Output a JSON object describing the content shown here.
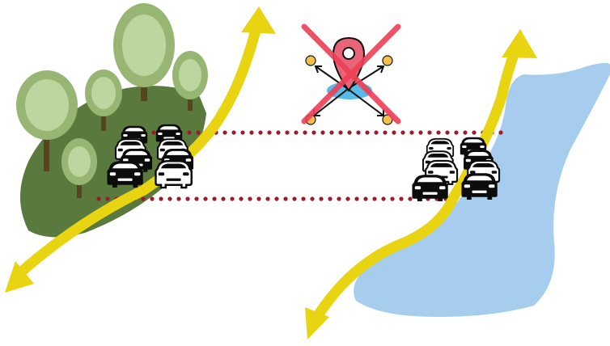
{
  "colors": {
    "background": "#ffffff",
    "hill": "#5a7a3d",
    "tree_outer": "#97b673",
    "tree_inner": "#bdd6a0",
    "trunk": "#55461f",
    "arrow": "#e9d412",
    "lake": "#a6cdee",
    "dotted_line": "#9b1c2c",
    "cross": "#ee4056",
    "pin": "#ea6478",
    "pin_base": "#3aaee3",
    "node": "#f4c04b",
    "car_dark": "#0c0c0c",
    "car_light": "#ffffff",
    "car_accent": "#eac41c"
  },
  "icons": {
    "forest": "tree-cluster-icon",
    "lake": "lake-icon",
    "cars": "car-icon",
    "route": "double-arrow-icon",
    "destinations": "location-pin-icon",
    "prohibition": "cross-out-icon"
  },
  "scene": {
    "left_cluster_cars": 8,
    "right_cluster_cars": 8,
    "destination_nodes": 4
  }
}
